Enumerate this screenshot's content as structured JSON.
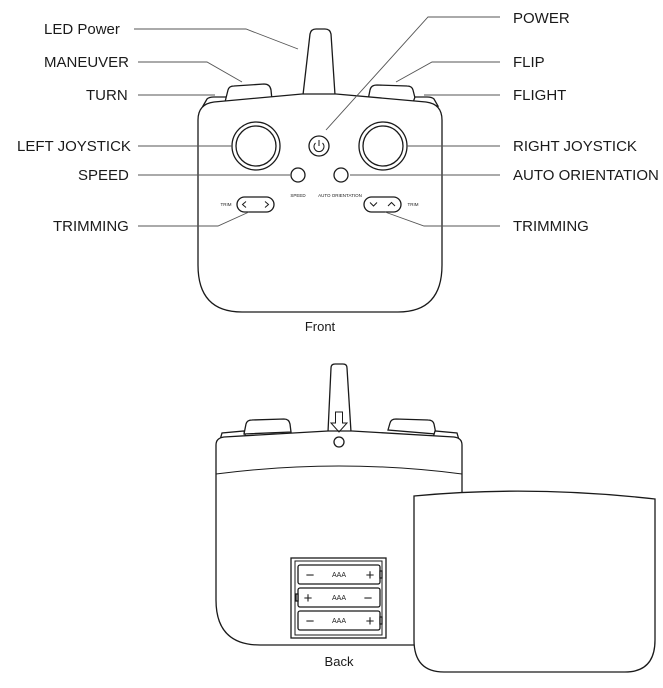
{
  "front": {
    "caption": "Front",
    "labels_left": {
      "led_power": "LED Power",
      "maneuver": "MANEUVER",
      "turn": "TURN",
      "left_joystick": "LEFT JOYSTICK",
      "speed": "SPEED",
      "trimming": "TRIMMING"
    },
    "labels_right": {
      "power": "POWER",
      "flip": "FLIP",
      "flight": "FLIGHT",
      "right_joystick": "RIGHT JOYSTICK",
      "auto_orientation": "AUTO ORIENTATION",
      "trimming": "TRIMMING"
    },
    "body_text": {
      "speed": "SPEED",
      "auto_orientation": "AUTO ORIENTATION",
      "trim_left": "TRIM",
      "trim_right": "TRIM"
    }
  },
  "back": {
    "caption": "Back",
    "batteries": [
      {
        "label": "AAA",
        "left_sign": "−",
        "right_sign": "+"
      },
      {
        "label": "AAA",
        "left_sign": "+",
        "right_sign": "−"
      },
      {
        "label": "AAA",
        "left_sign": "−",
        "right_sign": "+"
      }
    ]
  },
  "icons": [
    "power-icon",
    "chevron-left-icon",
    "chevron-right-icon",
    "chevron-down-icon",
    "chevron-up-icon",
    "arrow-down-icon"
  ]
}
